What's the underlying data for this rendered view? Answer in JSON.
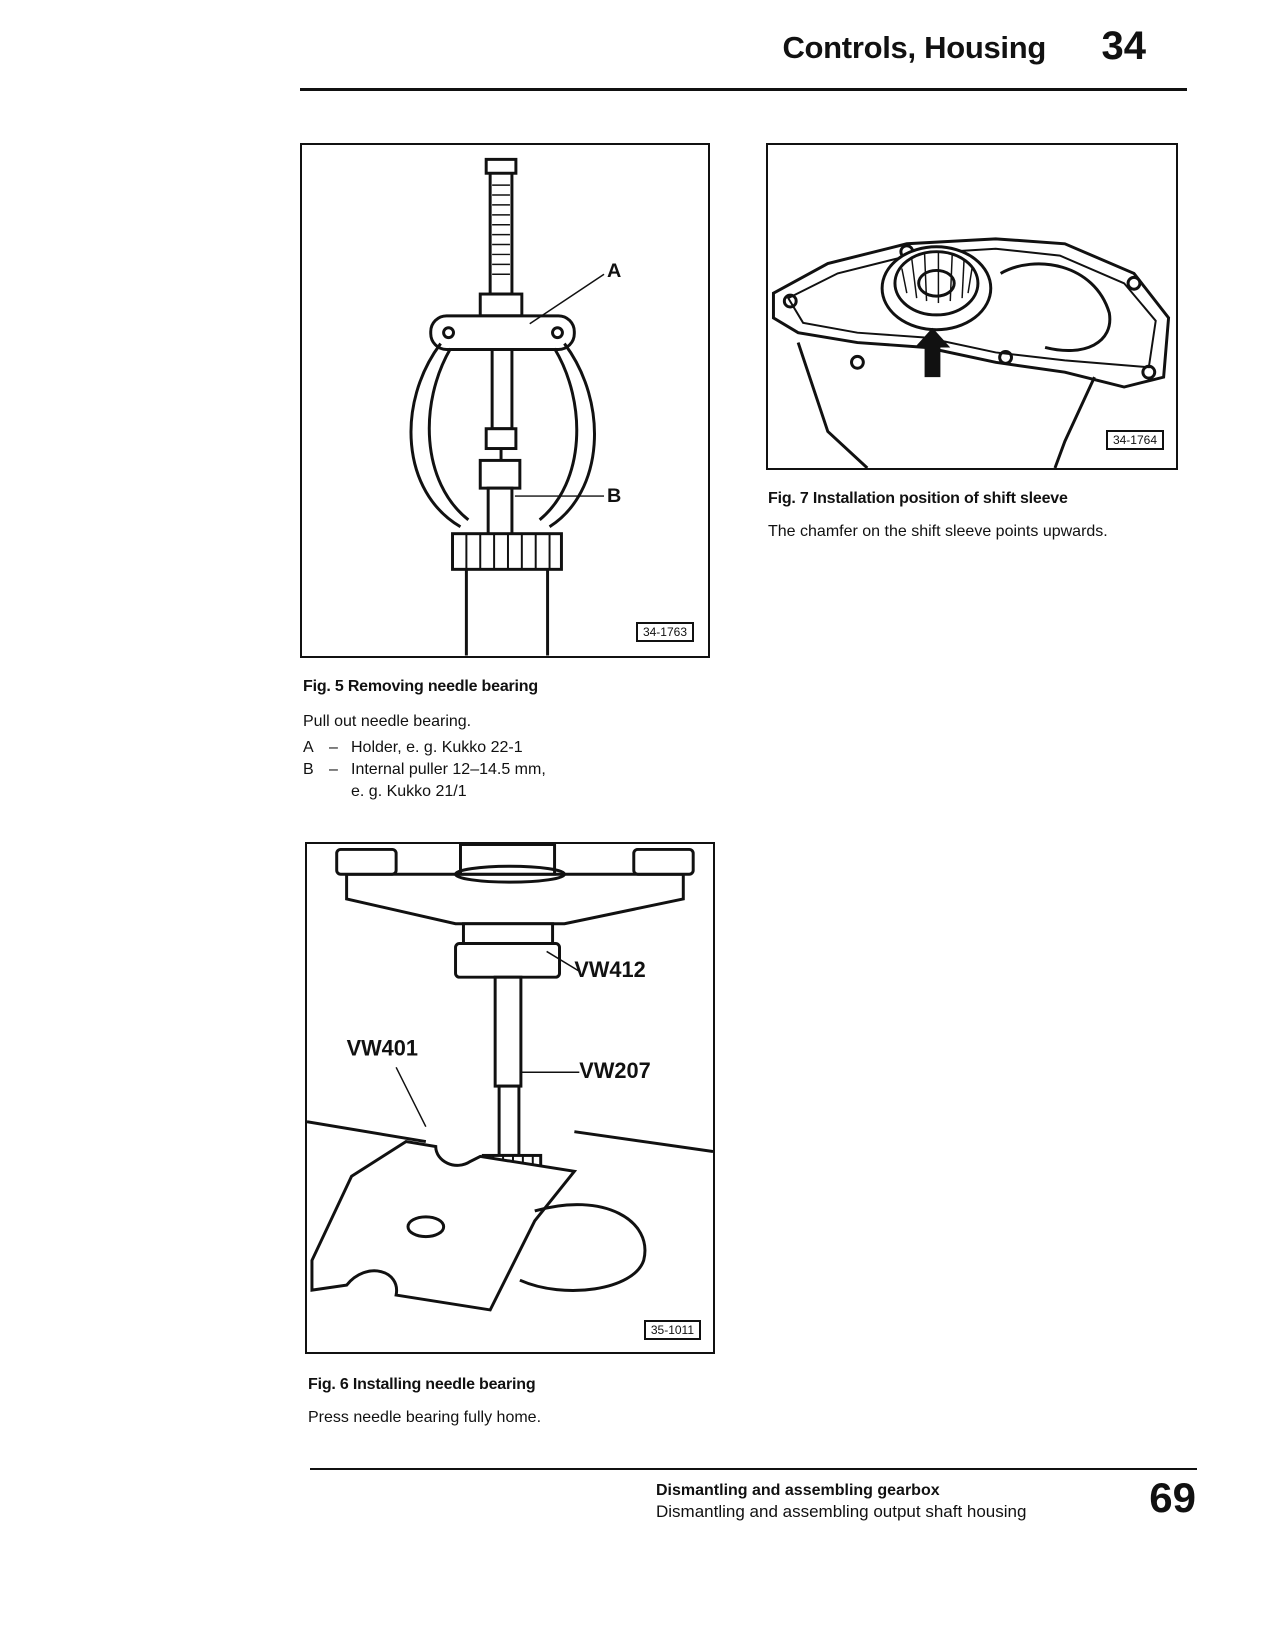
{
  "header": {
    "title": "Controls, Housing",
    "chapter": "34"
  },
  "fig5": {
    "ref": "34-1763",
    "label_a": "A",
    "label_b": "B",
    "caption": "Fig. 5  Removing needle bearing",
    "text": "Pull out needle bearing.",
    "legend": [
      {
        "key": "A",
        "dash": "–",
        "desc": "Holder, e. g. Kukko 22-1"
      },
      {
        "key": "B",
        "dash": "–",
        "desc": "Internal puller 12–14.5 mm,",
        "desc2": "e. g. Kukko 21/1"
      }
    ]
  },
  "fig6": {
    "ref": "35-1011",
    "label_vw412": "VW412",
    "label_vw401": "VW401",
    "label_vw207": "VW207",
    "caption": "Fig. 6  Installing needle bearing",
    "text": "Press needle bearing fully home."
  },
  "fig7": {
    "ref": "34-1764",
    "caption": "Fig. 7  Installation position of shift sleeve",
    "text": "The chamfer on the shift sleeve points upwards."
  },
  "footer": {
    "title_bold": "Dismantling and assembling gearbox",
    "subtitle": "Dismantling and assembling output shaft housing",
    "page": "69"
  }
}
